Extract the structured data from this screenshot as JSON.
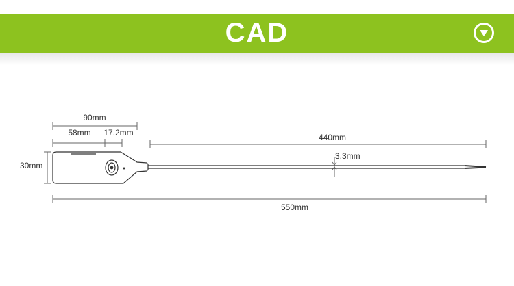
{
  "header": {
    "title": "CAD"
  },
  "icons": {
    "toggle": "chevron-down-icon",
    "product": "cable-seal-drawing"
  },
  "colors": {
    "banner": "#8dc21f",
    "line": "#333333",
    "dim": "#666666"
  },
  "dimensions": {
    "total_width": "90mm",
    "body_length": "58mm",
    "head_length": "17.2mm",
    "cable_length": "440mm",
    "cable_diameter": "3.3mm",
    "height": "30mm",
    "overall_length": "550mm"
  }
}
